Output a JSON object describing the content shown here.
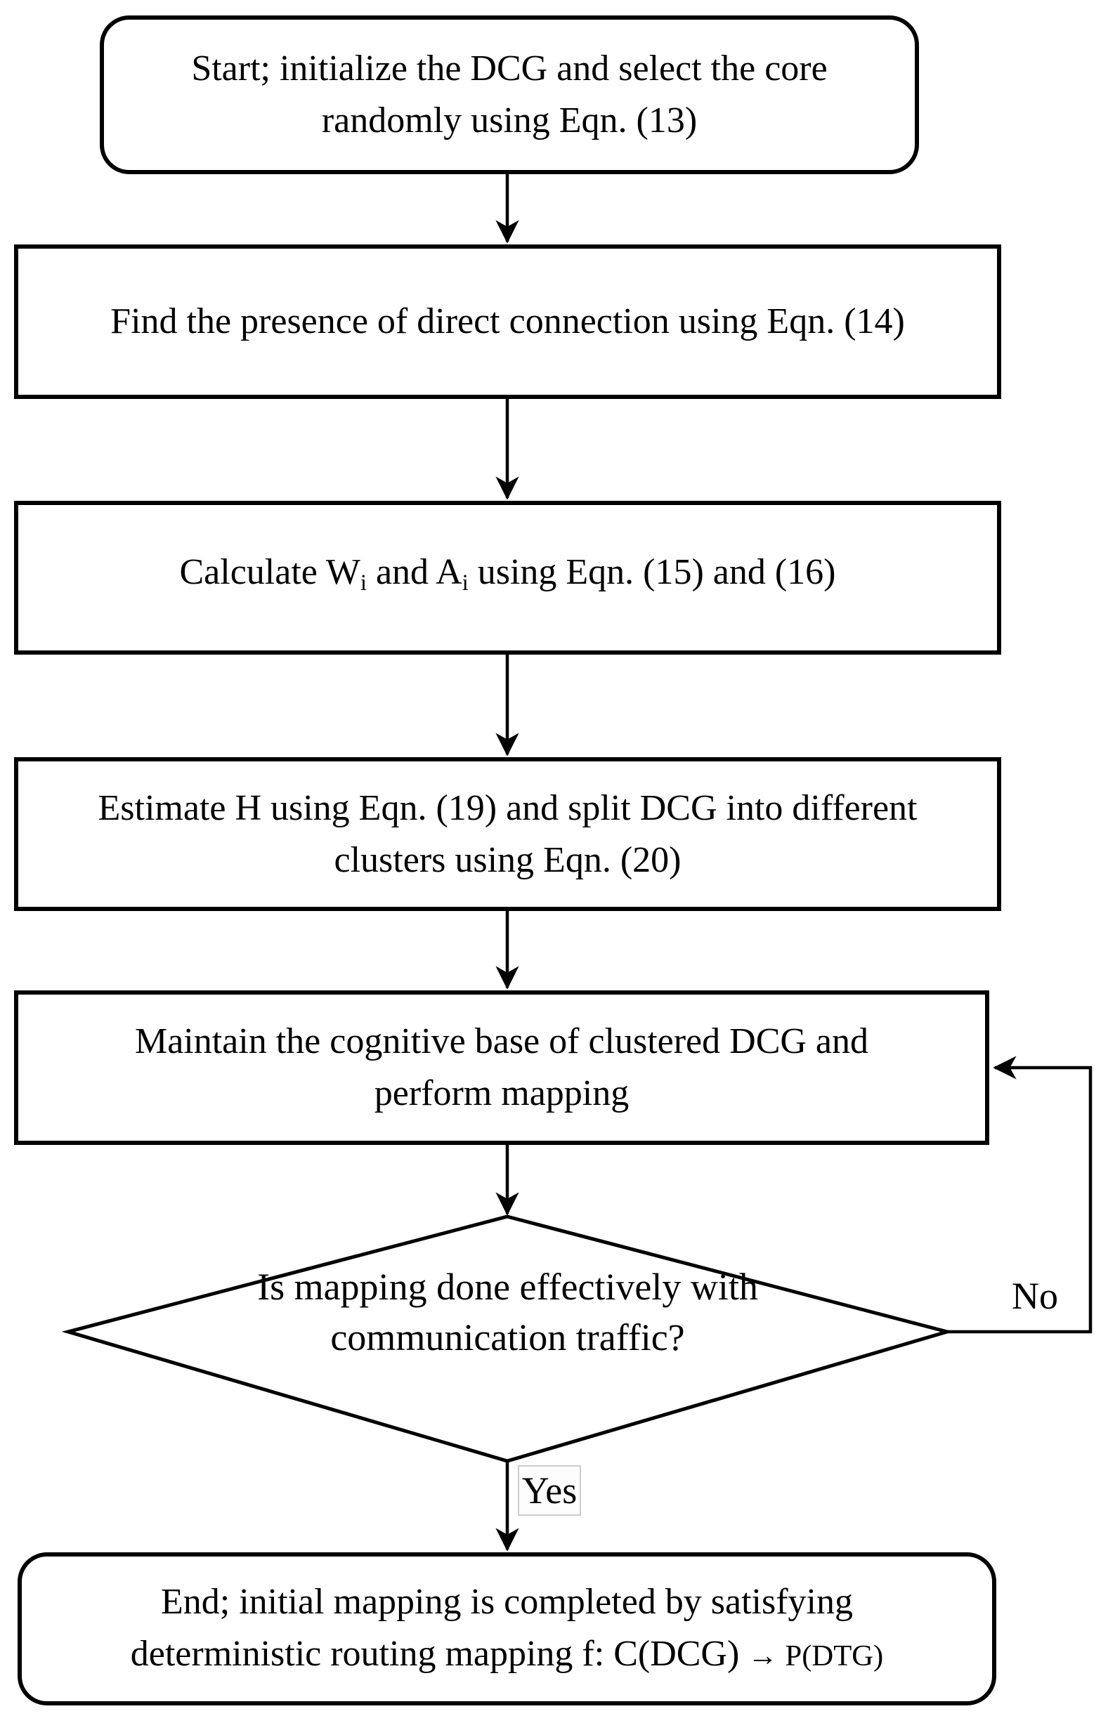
{
  "flowchart": {
    "nodes": {
      "start": {
        "lines": [
          "Start; initialize the DCG and select the core",
          "randomly using Eqn. (13)"
        ]
      },
      "find_connection": {
        "lines": [
          "Find the presence of direct connection using Eqn. (14)"
        ]
      },
      "calculate": {
        "segments": {
          "text1": "Calculate W",
          "sub1": "i",
          "text2": " and A",
          "sub2": "i",
          "text3": " using Eqn. (15) and (16)"
        }
      },
      "estimate_split": {
        "lines": [
          "Estimate H using Eqn. (19) and split DCG into different",
          "clusters using Eqn. (20)"
        ]
      },
      "maintain_mapping": {
        "lines": [
          "Maintain the cognitive base of clustered DCG and",
          "perform mapping"
        ]
      },
      "decision": {
        "lines": [
          "Is mapping done effectively with",
          "communication traffic?"
        ]
      },
      "end": {
        "line1": "End; initial mapping is completed by satisfying",
        "line2_main": "deterministic routing mapping f: C(DCG)",
        "line2_small": "→ P(DTG)"
      }
    },
    "edge_labels": {
      "yes": "Yes",
      "no": "No"
    },
    "colors": {
      "stroke": "#000000",
      "background": "#ffffff",
      "yes_label_border": "#cccccc"
    }
  }
}
